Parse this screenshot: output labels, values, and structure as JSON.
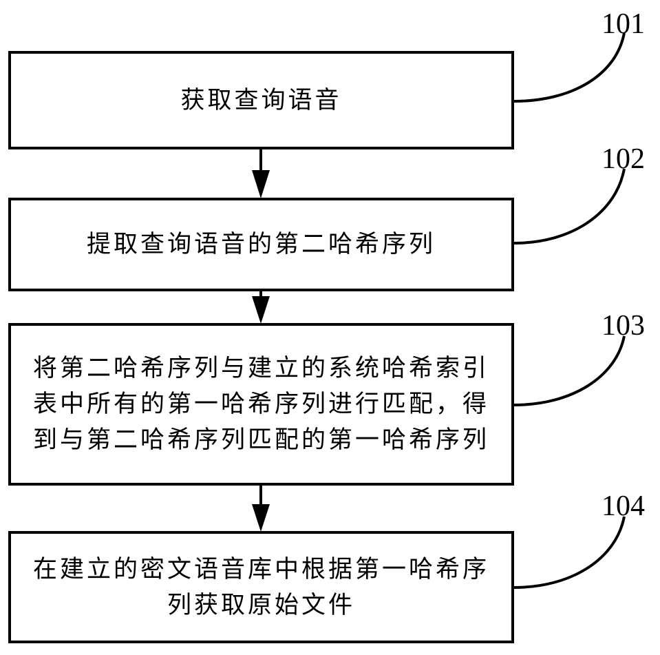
{
  "steps": [
    {
      "ref": "101",
      "text": "获取查询语音"
    },
    {
      "ref": "102",
      "text": "提取查询语音的第二哈希序列"
    },
    {
      "ref": "103",
      "text": "将第二哈希序列与建立的系统哈希索引表中所有的第一哈希序列进行匹配，得到与第二哈希序列匹配的第一哈希序列"
    },
    {
      "ref": "104",
      "text": "在建立的密文语音库中根据第一哈希序列获取原始文件"
    }
  ],
  "colors": {
    "line": "#000000",
    "background": "#ffffff"
  }
}
